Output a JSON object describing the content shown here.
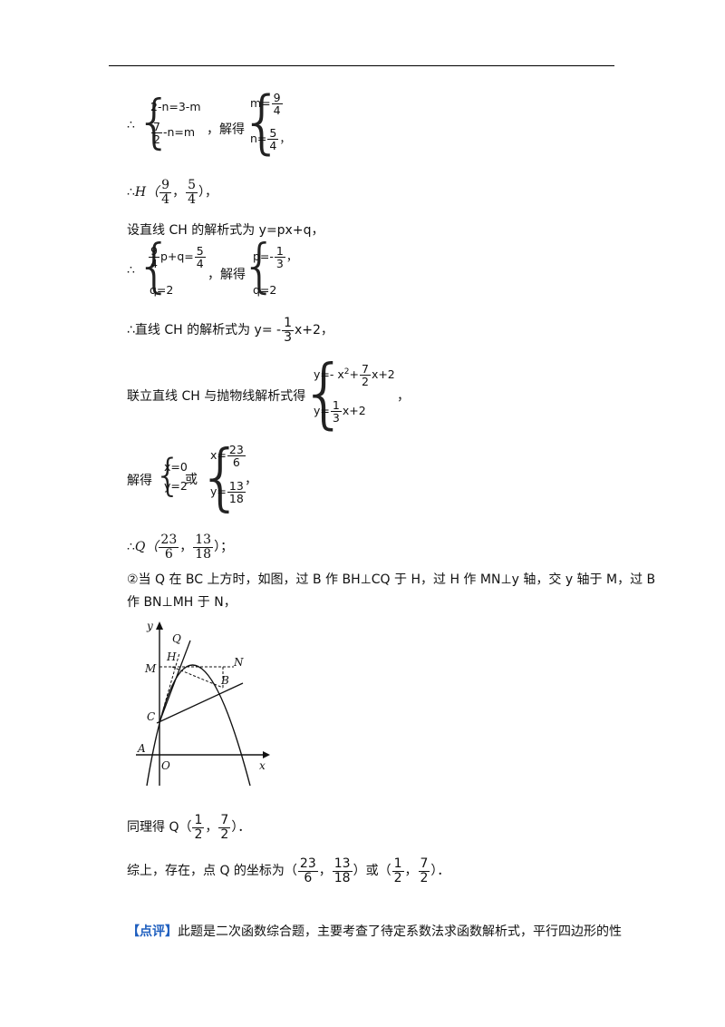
{
  "text": {
    "therefore": "∴",
    "comma": "，",
    "solve": "解得",
    "semicolon": "；",
    "period": "．",
    "or": "或",
    "h_point": "H（",
    "set_line": "设直线 CH 的解析式为 y=px+q，",
    "line_result_pre": "∴直线 CH 的解析式为 y= -",
    "line_result_post": "x+2，",
    "combine": "联立直线 CH 与抛物线解析式得",
    "q_point": "Q（",
    "case2_line1": "②当 Q 在 BC 上方时，如图，过 B 作 BH⊥CQ 于 H，过 H 作 MN⊥y 轴，交 y 轴于 M，过 B",
    "case2_line2": "作 BN⊥MH 于 N，",
    "same_result": "同理得 Q（",
    "summary": "综上，存在，点 Q 的坐标为（",
    "summary_or": "）或（",
    "comment_tag": "【点评】",
    "comment_text": "此题是二次函数综合题，主要考查了待定系数法求函数解析式，平行四边形的性"
  },
  "eq": {
    "sys1_a": "2-n=3-m",
    "sys1_b_post": "-n=m",
    "sys2_a_pre": "m=",
    "sys2_b_pre": "n=",
    "sys3_a_mid": "p+q=",
    "sys3_b": "q=2",
    "sys4_a_pre": "p=-",
    "sys4_b": "q=2",
    "sys5_a_pre": "y=- x",
    "sys5_a_exp": "2",
    "sys5_a_mid": "+",
    "sys5_a_post": "x+2",
    "sys5_b_pre": "y=",
    "sys5_b_post": "x+2",
    "sys6_a": "x=0",
    "sys6_b": "y=2",
    "sys7_a_pre": "x=",
    "sys7_b_pre": "y="
  },
  "fractions": {
    "seven_half_n": "7",
    "seven_half_d": "2",
    "nine_quarter_n": "9",
    "nine_quarter_d": "4",
    "five_quarter_n": "5",
    "five_quarter_d": "4",
    "one_third_n": "1",
    "one_third_d": "3",
    "t23_6_n": "23",
    "t23_6_d": "6",
    "t13_18_n": "13",
    "t13_18_d": "18",
    "half_n": "1",
    "half_d": "2",
    "seven_half2_n": "7",
    "seven_half2_d": "2"
  },
  "figure": {
    "labels": {
      "y": "y",
      "x": "x",
      "O": "O",
      "A": "A",
      "C": "C",
      "M": "M",
      "H": "H",
      "Q": "Q",
      "N": "N",
      "B": "B"
    }
  },
  "colors": {
    "comment_tag": "#1f5fbf",
    "ink": "#111111"
  }
}
